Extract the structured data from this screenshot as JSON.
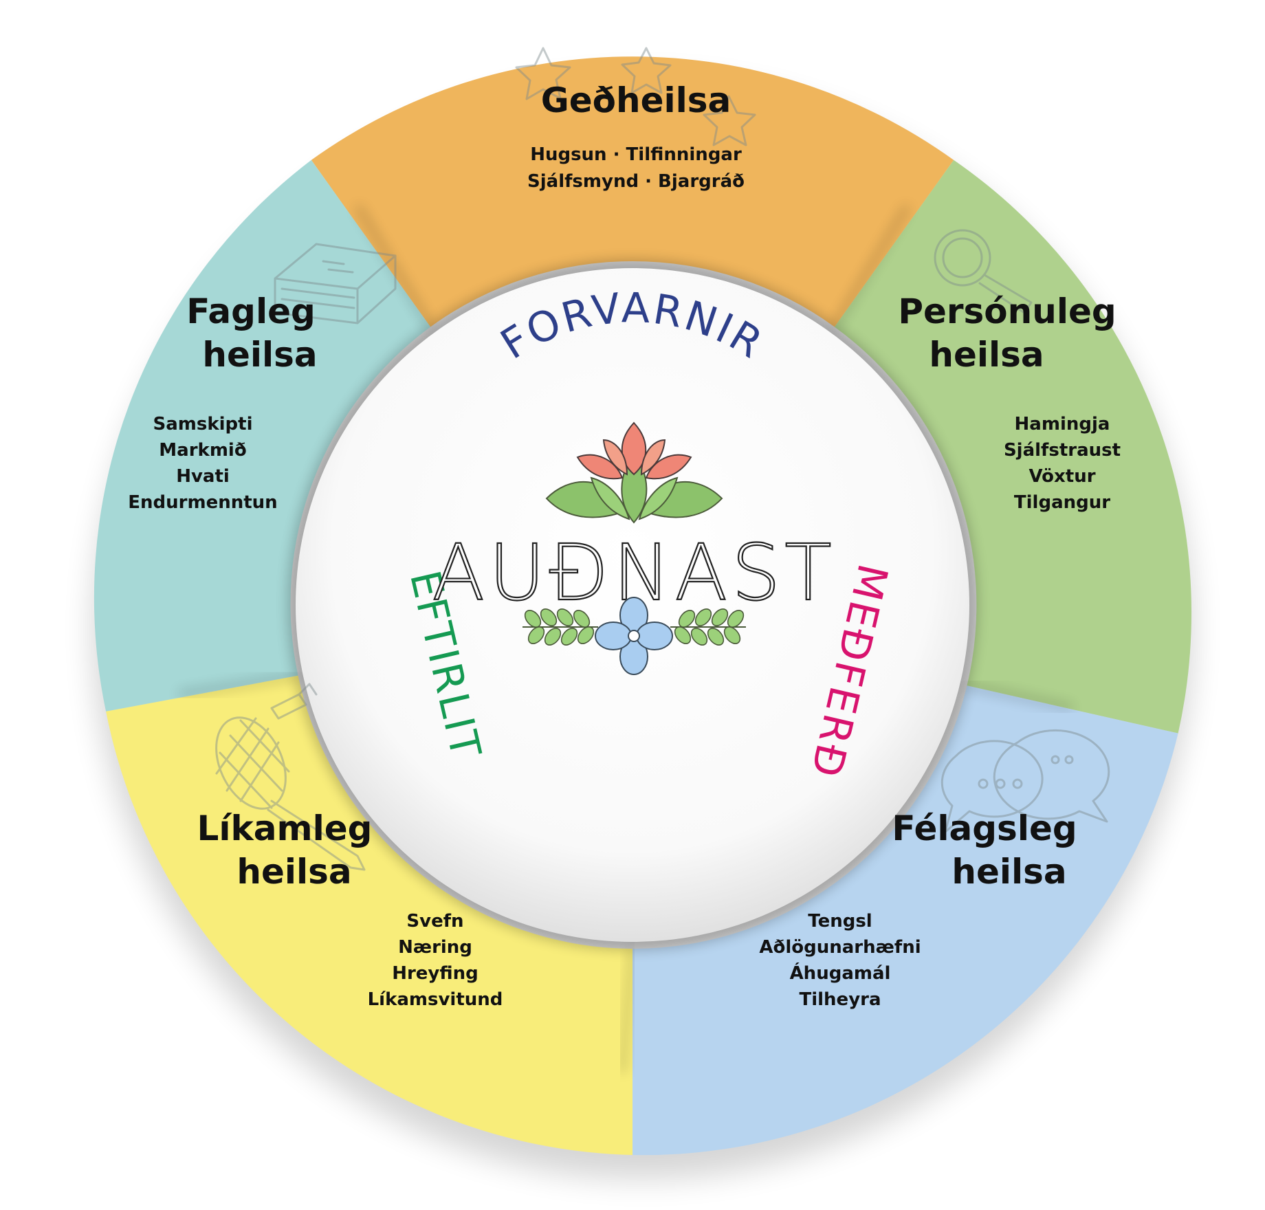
{
  "logo": {
    "text": "AUÐNAST"
  },
  "ring_labels": {
    "top": "FORVARNIR",
    "left": "EFTIRLIT",
    "right": "MEÐFERÐ"
  },
  "colors": {
    "orange": "#efb55c",
    "green": "#afd18d",
    "blue": "#b7d4ef",
    "yellow": "#f8ed7a",
    "teal": "#a6d8d6",
    "forvarnir": "#2d3f8a",
    "eftirlit": "#159a52",
    "medferd": "#d8136e"
  },
  "sectors": {
    "gedheilsa": {
      "title_line1": "Geðheilsa",
      "items_line1": "Hugsun  ·  Tilfinningar",
      "items_line2": "Sjálfsmynd  ·  Bjargráð"
    },
    "personuleg": {
      "title_line1": "Persónuleg",
      "title_line2": "heilsa",
      "items": [
        "Hamingja",
        "Sjálfstraust",
        "Vöxtur",
        "Tilgangur"
      ]
    },
    "felagsleg": {
      "title_line1": "Félagsleg",
      "title_line2": "heilsa",
      "items": [
        "Tengsl",
        "Aðlögunarhæfni",
        "Áhugamál",
        "Tilheyra"
      ]
    },
    "likamleg": {
      "title_line1": "Líkamleg",
      "title_line2": "heilsa",
      "items": [
        "Svefn",
        "Næring",
        "Hreyfing",
        "Líkamsvitund"
      ]
    },
    "fagleg": {
      "title_line1": "Fagleg",
      "title_line2": "heilsa",
      "items": [
        "Samskipti",
        "Markmið",
        "Hvati",
        "Endurmenntun"
      ]
    }
  }
}
